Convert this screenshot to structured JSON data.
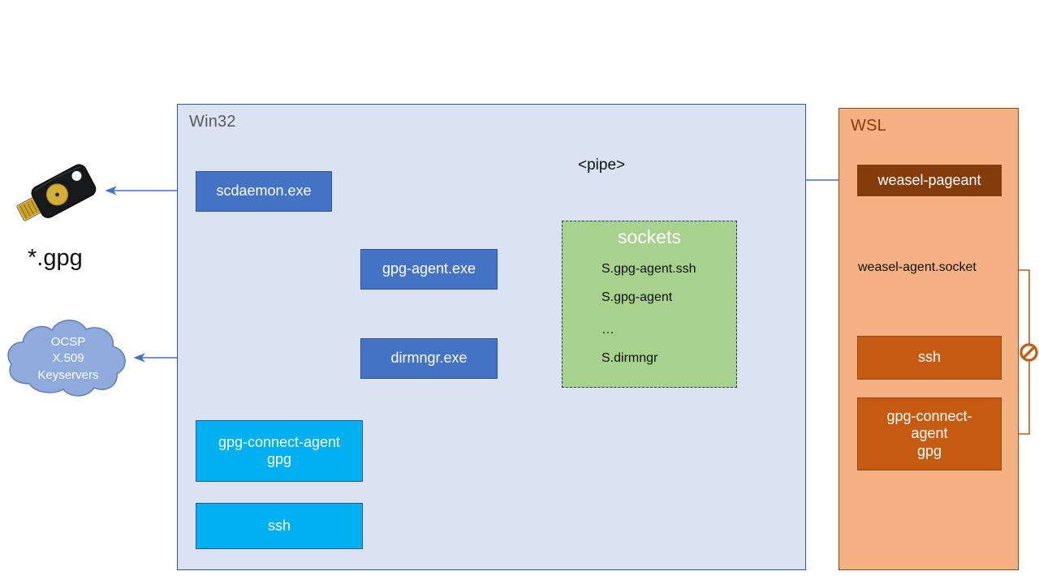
{
  "diagram": {
    "title_hidden": "GPG agent forwarding between Win32 and WSL",
    "colors": {
      "win32_panel_fill": "#DBE3F3",
      "win32_panel_stroke": "#2E5496",
      "wsl_panel_fill": "#F4B183",
      "wsl_panel_stroke": "#9C4310",
      "process_blue": "#4472C4",
      "process_cyan": "#00B0F0",
      "sockets_green": "#A9D18E",
      "brown_dark": "#843C0C",
      "brown": "#C55A11",
      "cloud_blue": "#8FAADC",
      "arrow_blue": "#4472C4",
      "arrow_brown": "#C55A11"
    }
  },
  "win32": {
    "title": "Win32",
    "boxes": [
      {
        "id": "scdaemon",
        "label": "scdaemon.exe",
        "style": "blue"
      },
      {
        "id": "gpg-agent",
        "label": "gpg-agent.exe",
        "style": "blue"
      },
      {
        "id": "dirmngr",
        "label": "dirmngr.exe",
        "style": "blue"
      },
      {
        "id": "gpg-connect-agent",
        "label": "gpg-connect-agent\ngpg",
        "style": "cyan",
        "line1": "gpg-connect-agent",
        "line2": "gpg"
      },
      {
        "id": "ssh",
        "label": "ssh",
        "style": "cyan"
      }
    ],
    "sockets": {
      "title": "sockets",
      "entries": [
        {
          "id": "s-gpg-agent-ssh",
          "label": "S.gpg-agent.ssh"
        },
        {
          "id": "s-gpg-agent",
          "label": "S.gpg-agent"
        },
        {
          "id": "s-ellipsis",
          "label": "…"
        },
        {
          "id": "s-dirmngr",
          "label": "S.dirmngr"
        }
      ]
    }
  },
  "wsl": {
    "title": "WSL",
    "boxes": [
      {
        "id": "weasel-pageant",
        "label": "weasel-pageant",
        "style": "brown-dark"
      },
      {
        "id": "wsl-ssh",
        "label": "ssh",
        "style": "brown"
      },
      {
        "id": "wsl-gpg-connect-agent",
        "label": "gpg-connect-\nagent\ngpg",
        "style": "brown",
        "line1": "gpg-connect-",
        "line2": "agent",
        "line3": "gpg"
      }
    ],
    "socket_label": "weasel-agent.socket"
  },
  "external": {
    "yubikey": {
      "name": "yubikey-usb-security-key"
    },
    "gpg_files_label": "*.gpg",
    "cloud": {
      "line1": "OCSP",
      "line2": "X.509",
      "line3": "Keyservers"
    }
  },
  "annotations": {
    "pipe_label": "<pipe>",
    "blocked_icon": "no-entry-prohibited"
  }
}
